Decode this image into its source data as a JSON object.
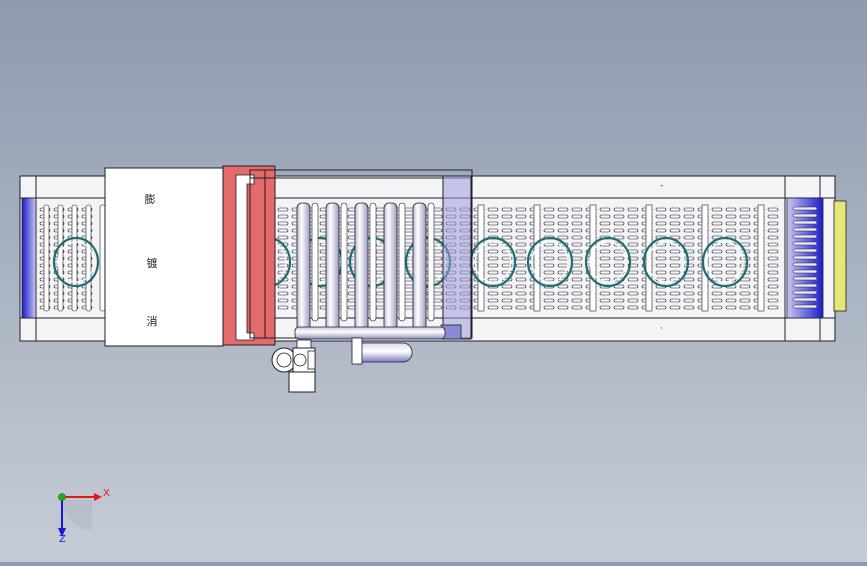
{
  "panel_labels": [
    "膨",
    "镀",
    "消"
  ],
  "axes": {
    "x_label": "X",
    "z_label": "Z"
  },
  "colors": {
    "outline": "#1e1e28",
    "frame_fill": "#f4f4f7",
    "screen_blue": "#2a2ad0",
    "screen_blue_light": "#9a9ae6",
    "pipe_fill": "#f7f7fb",
    "pipe_shade": "#a8a8c8",
    "ring": "#1f6e76",
    "red_cover": "#e56a6a",
    "blue_panel": "#9d9ddd",
    "yellow_end": "#e6e678",
    "axis_x": "#e01919",
    "axis_y": "#19b319",
    "axis_z": "#1919d0"
  },
  "icons": {
    "triad": "xyz-triad-icon",
    "motor": "motor-icon"
  }
}
